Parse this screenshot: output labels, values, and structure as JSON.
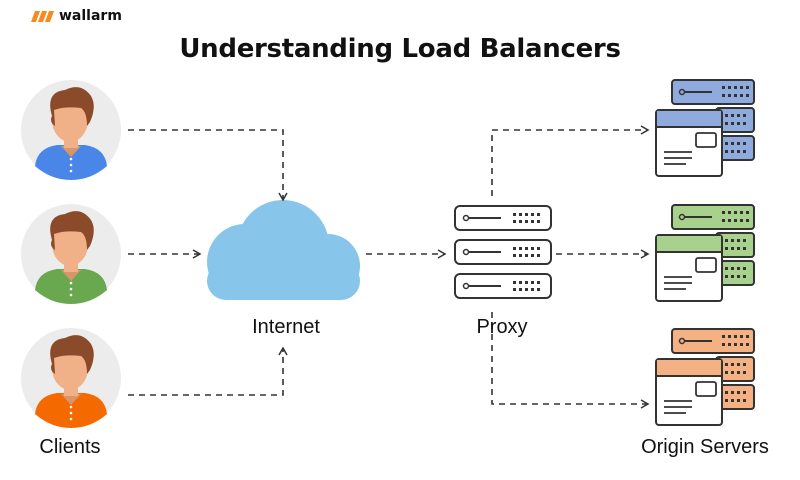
{
  "brand": {
    "name": "wallarm",
    "color": "#f68b1f"
  },
  "title": "Understanding Load Balancers",
  "nodes": {
    "clients": {
      "label": "Clients",
      "shirt_colors": [
        "#4a86e8",
        "#6aa84f",
        "#f56a00"
      ]
    },
    "internet": {
      "label": "Internet",
      "color": "#87c5ea"
    },
    "proxy": {
      "label": "Proxy"
    },
    "origin_servers": {
      "label": "Origin Servers",
      "colors": [
        "#8faadc",
        "#a9d18e",
        "#f4b183"
      ]
    }
  }
}
